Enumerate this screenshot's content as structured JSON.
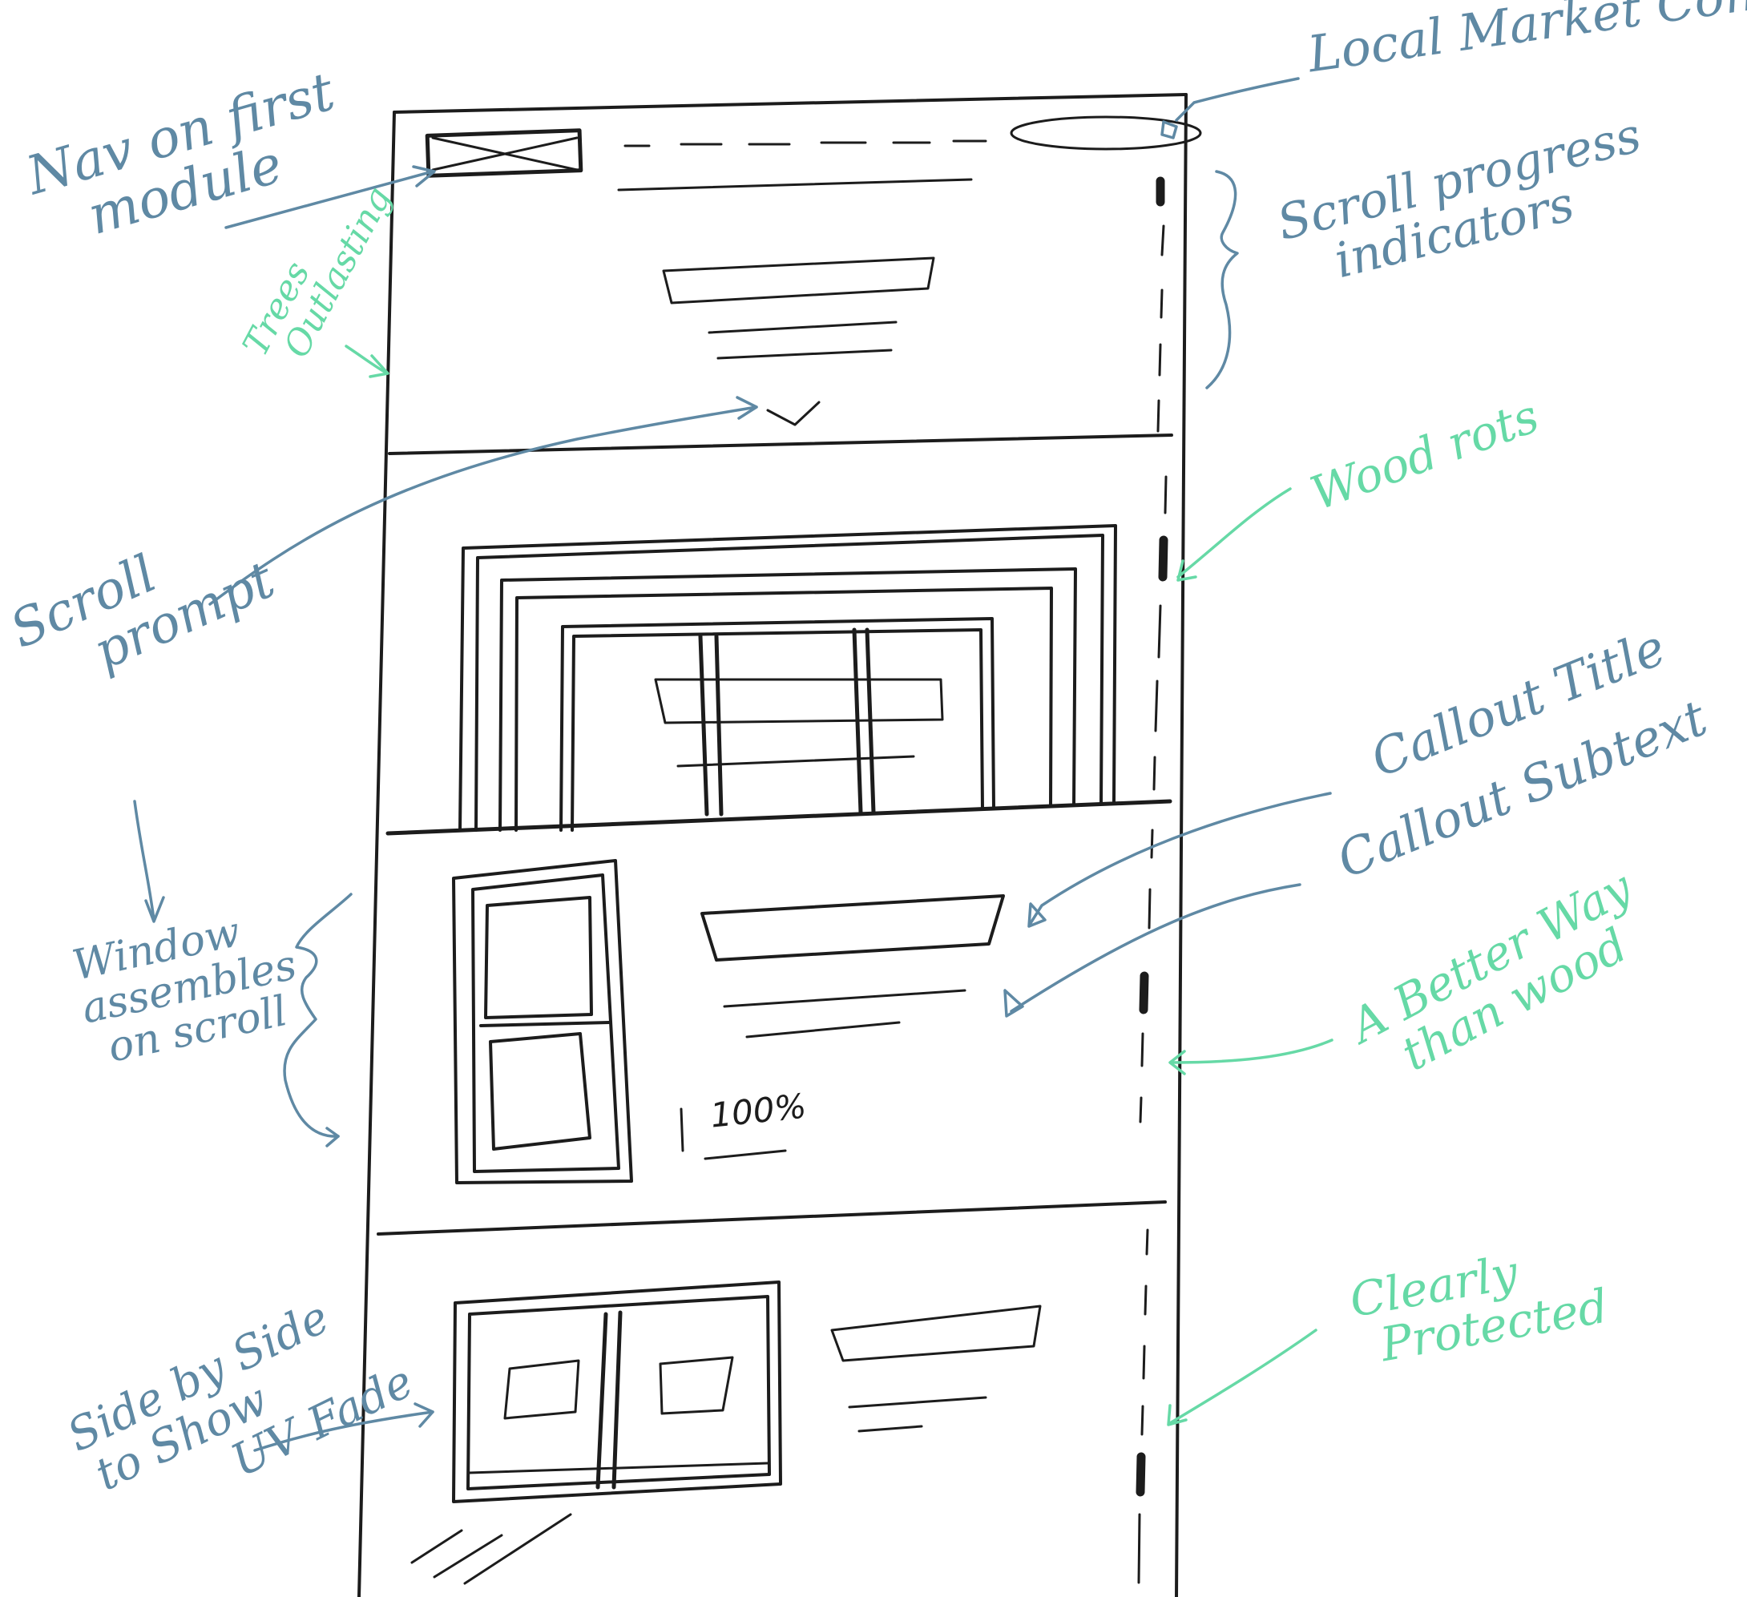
{
  "colors": {
    "ink": "#1c1c1c",
    "annotation_blue": "#5f89a4",
    "annotation_green": "#66d9a6",
    "paper": "#ffffff"
  },
  "annotations": {
    "local_market_context": "Local Market Context",
    "nav_on_first_module": [
      "Nav on first",
      "module"
    ],
    "trees_outlasting": [
      "Trees",
      "Outlasting"
    ],
    "scroll_progress_indicators": [
      "Scroll progress",
      "indicators"
    ],
    "wood_rots": "Wood rots",
    "scroll_prompt": [
      "Scroll",
      "prompt"
    ],
    "callout_title": "Callout Title",
    "callout_subtext": "Callout Subtext",
    "window_assembles": [
      "Window",
      "assembles",
      "on scroll"
    ],
    "better_way": [
      "A Better Way",
      "than wood"
    ],
    "clearly_protected": [
      "Clearly",
      "Protected"
    ],
    "side_by_side": [
      "Side by Side",
      "to Show",
      "UV Fade"
    ]
  },
  "wireframe": {
    "progress_label": "100%"
  }
}
